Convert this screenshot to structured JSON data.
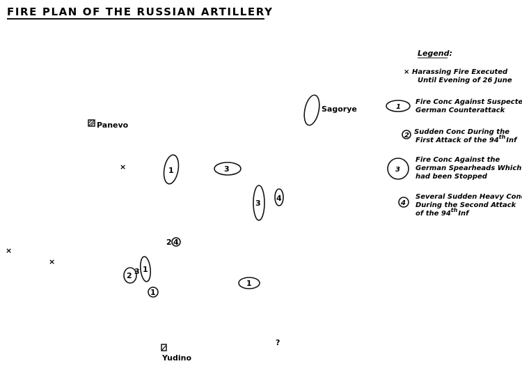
{
  "title": "FIRE PLAN OF THE RUSSIAN ARTILLERY",
  "places": {
    "panevo": "Panevo",
    "sagorye": "Sagorye",
    "yudino": "Yudino"
  },
  "legend": {
    "title": "Legend:",
    "items": [
      {
        "symbol": "×",
        "line1": "Harassing Fire Executed",
        "line2": "Until Evening of 26 June"
      },
      {
        "symbol": "1",
        "line1": "Fire Conc Against Suspected",
        "line2": "German Counterattack"
      },
      {
        "symbol": "2",
        "line1": "Sudden Conc During the",
        "line2": "First Attack of the 94",
        "sup": "th",
        "suffix": "Inf"
      },
      {
        "symbol": "3",
        "line1": "Fire Conc Against the",
        "line2": "German Spearheads Which",
        "line3": "had been Stopped"
      },
      {
        "symbol": "4",
        "line1": "Several Sudden Heavy Conc",
        "line2": "During the Second Attack",
        "line3": "of the 94",
        "sup": "th",
        "suffix": "Inf"
      }
    ]
  },
  "map_labels": {
    "one": "1",
    "two": "2",
    "three": "3",
    "four": "4",
    "cross": "×",
    "question": "?"
  }
}
